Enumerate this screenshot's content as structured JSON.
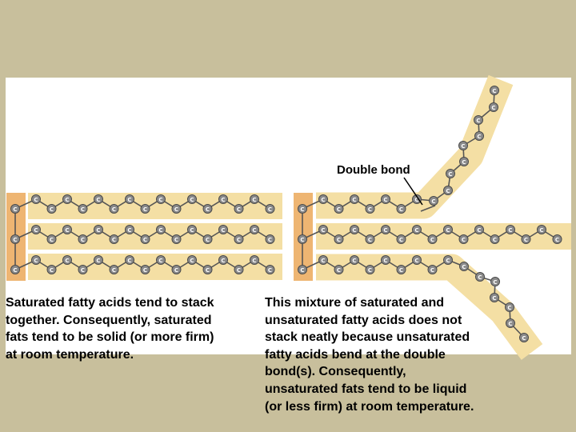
{
  "colors": {
    "background": "#c8bf9c",
    "panel": "#ffffff",
    "chain_band": "#f4dfa4",
    "glycerol_band": "#eeb572",
    "atom_fill": "#8a8a8a",
    "atom_stroke": "#4a4a4a",
    "bond": "#555555"
  },
  "atom_letter": "C",
  "labels": {
    "double_bond": "Double bond"
  },
  "captions": {
    "saturated": "Saturated fatty acids tend to stack\ntogether. Consequently, saturated\nfats tend to be solid (or more firm)\nat room temperature.",
    "unsaturated": "This mixture of saturated and\nunsaturated fatty acids does not\nstack neatly because unsaturated\nfatty acids bend at the double\nbond(s). Consequently,\nunsaturated fats tend to be liquid\n(or less firm) at room temperature."
  },
  "icons": {
    "carbon_atom": "carbon-atom-icon",
    "glycerol_backbone": "glycerol-backbone-icon"
  }
}
